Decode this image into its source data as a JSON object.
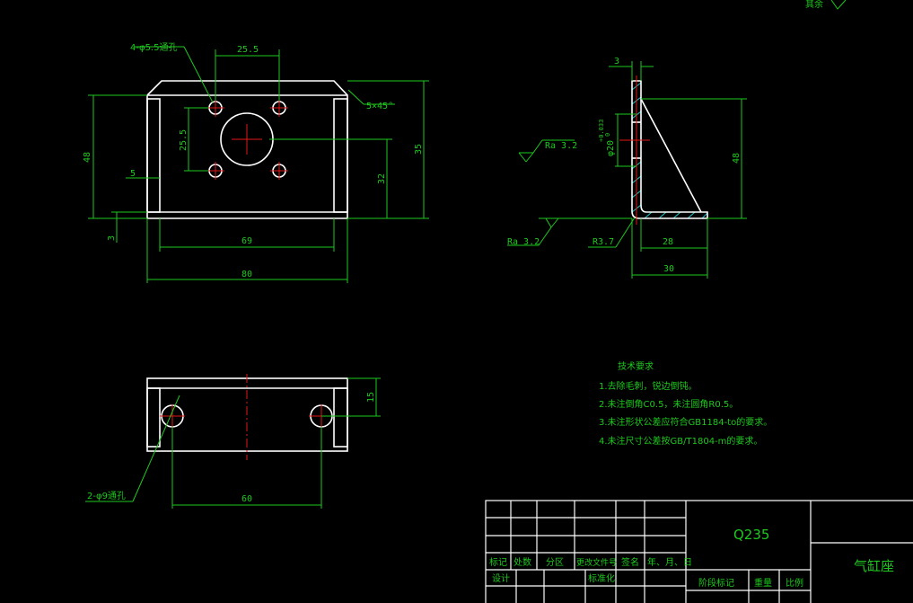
{
  "view_top": {
    "hole_callout": "4-φ5.5通孔",
    "dim_hole_spacing_h": "25.5",
    "dim_hole_spacing_v": "25.5",
    "chamfer": "5×45°",
    "dim_height_48": "48",
    "dim_height_35": "35",
    "dim_height_32": "32",
    "dim_wall_5": "5",
    "dim_thick_3": "3",
    "dim_inner_69": "69",
    "dim_width_80": "80"
  },
  "view_side": {
    "dim_thick_3": "3",
    "roughness_1": "Ra 3.2",
    "roughness_2": "Ra 3.2",
    "bore": "φ20",
    "bore_tol_upper": "+0.033",
    "bore_tol_lower": "0",
    "dim_height_48": "48",
    "radius": "R3.7",
    "dim_base_28": "28",
    "dim_base_30": "30"
  },
  "view_bottom": {
    "hole_callout": "2-φ9通孔",
    "dim_hole_spacing": "60",
    "dim_height_15": "15"
  },
  "tech_requirements": {
    "title": "技术要求",
    "items": [
      "1.去除毛刺，锐边倒钝。",
      "2.未注倒角C0.5，未注圆角R0.5。",
      "3.未注形状公差应符合GB1184-to的要求。",
      "4.未注尺寸公差按GB/T1804-m的要求。"
    ]
  },
  "top_corner_text": "其余",
  "title_block": {
    "material": "Q235",
    "part_name": "气缸座",
    "header_row": [
      "标记",
      "处数",
      "分区",
      "更改文件号",
      "签名",
      "年、月、日"
    ],
    "row_design": [
      "设计",
      "标准化"
    ],
    "stage_label": "阶段标记",
    "weight_label": "重量",
    "scale_label": "比例"
  },
  "colors": {
    "outline": "#ffffff",
    "dimension": "#1ec81e",
    "centerline": "#e01818",
    "hatch": "#1ec8d2"
  }
}
